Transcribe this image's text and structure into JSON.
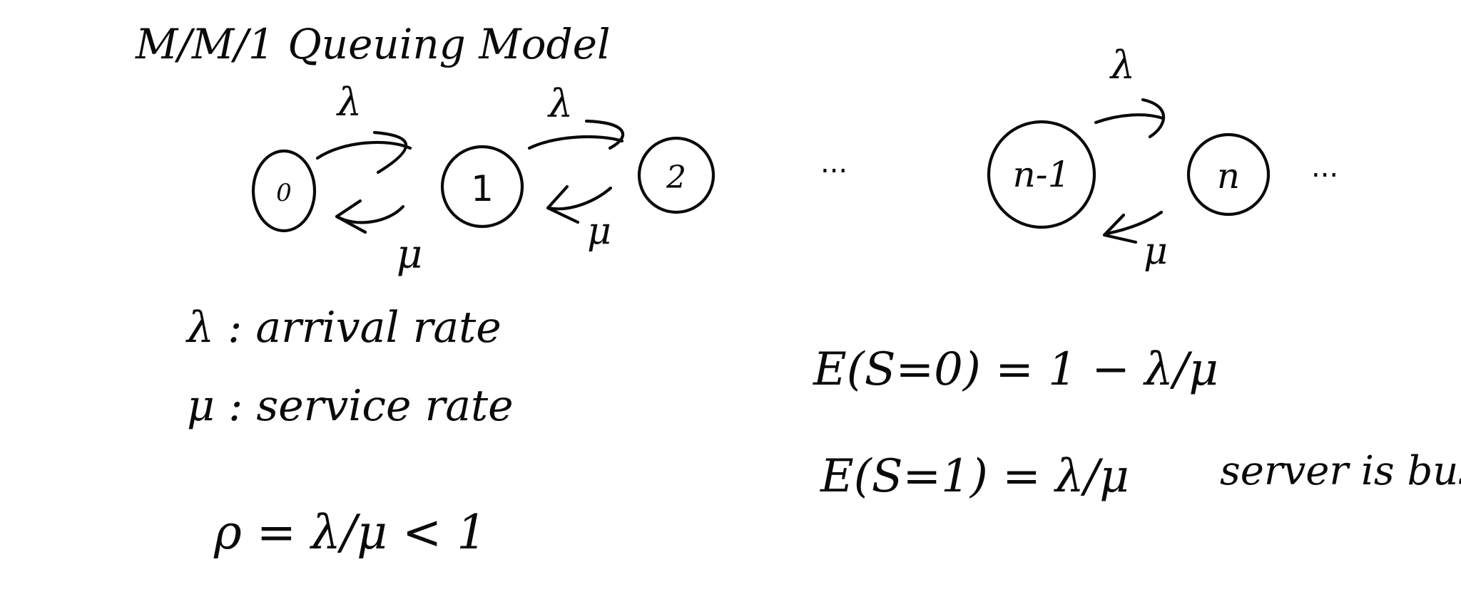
{
  "title": "M/M/1 Queuing Model",
  "states": [
    "0",
    "1",
    "2",
    "n-1",
    "n"
  ],
  "ellipsis": [
    "...",
    "..."
  ],
  "arrival_labels": [
    "λ",
    "λ",
    "λ"
  ],
  "service_labels": [
    "μ",
    "μ",
    "μ"
  ],
  "definitions": {
    "lambda": "λ : arrival rate",
    "mu": "μ : service rate",
    "rho": "ρ = λ/μ < 1"
  },
  "equations": {
    "idle": "E(S=0) = 1 − λ/μ",
    "busy": "E(S=1) = λ/μ",
    "busy_note": "server is busy"
  },
  "ink_color": "#0a0a0a"
}
